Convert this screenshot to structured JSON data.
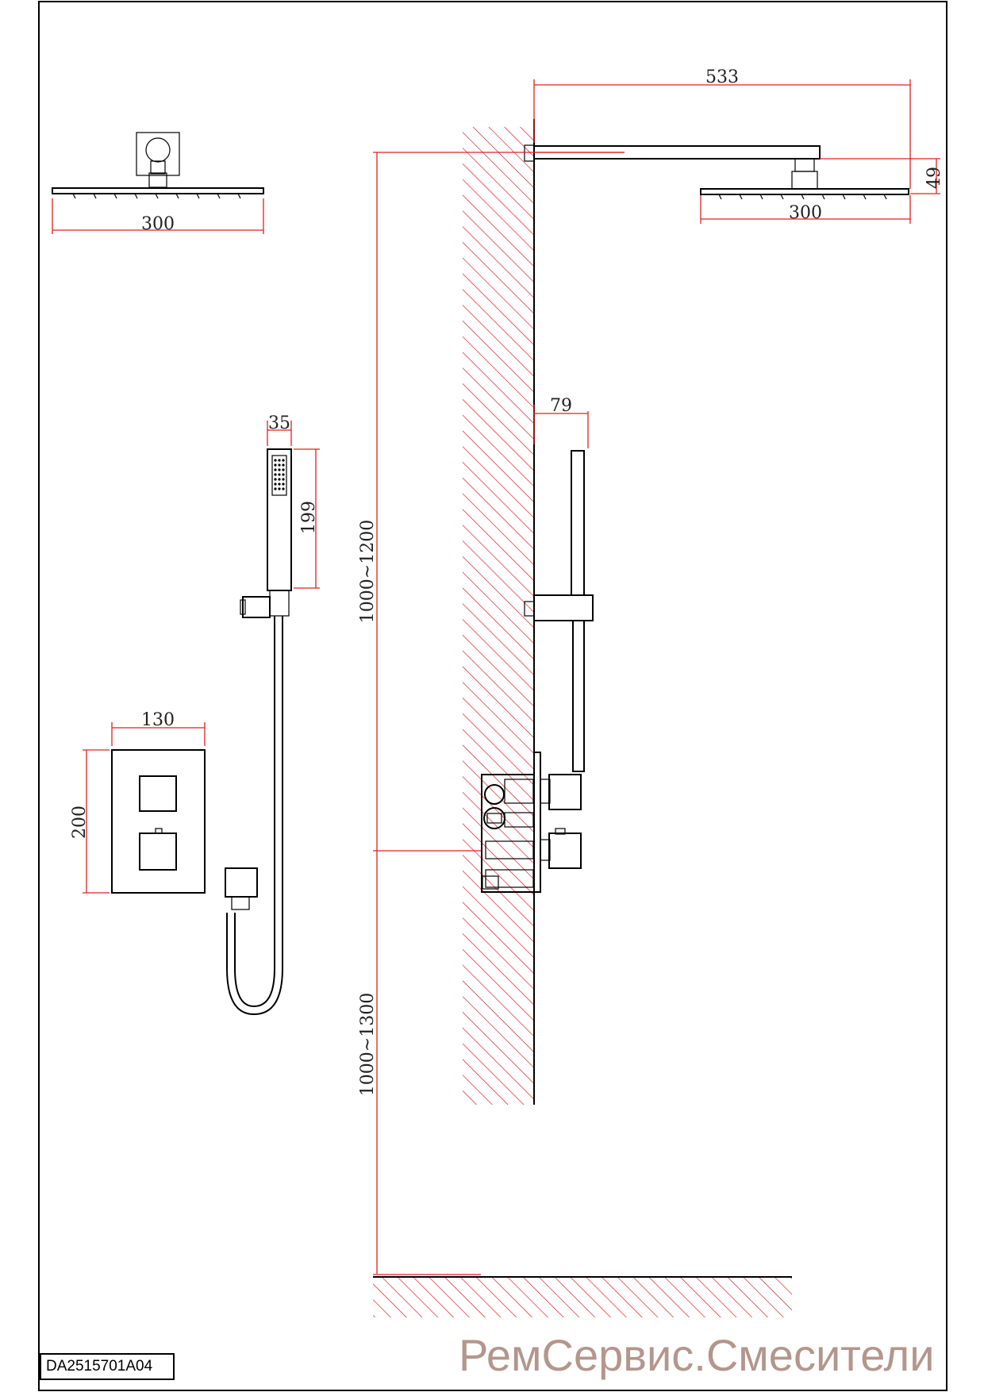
{
  "dimensions": {
    "top_shower_width": "300",
    "arm_length": "533",
    "side_shower_width": "300",
    "head_drop": "49",
    "handset_width": "35",
    "handset_height": "199",
    "holder_offset": "79",
    "arm_height_range": "1000~1200",
    "mixer_height_range": "1000~1300",
    "plate_width": "130",
    "plate_height": "200"
  },
  "drawing_code": "DA2515701A04",
  "watermark": "РемСервис.Смесители",
  "colors": {
    "outline": "#000000",
    "dimension_lines": "#e02020",
    "watermark": "#96705f"
  }
}
